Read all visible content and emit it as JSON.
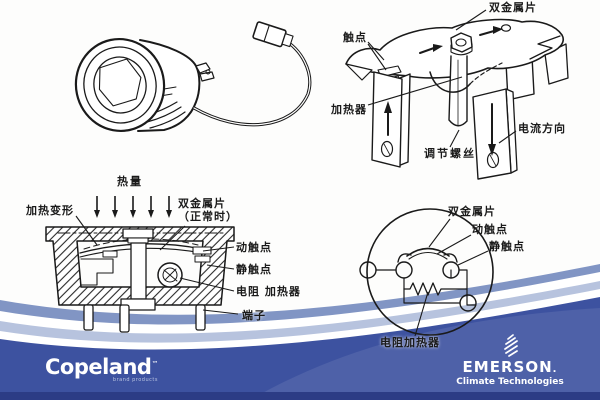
{
  "colors": {
    "band_blue": "#3d52a0",
    "band_dark_bottom": "#2c3c85",
    "stripe_mid": "#8195c4",
    "stripe_light": "#b7c3de",
    "line_art": "#1a1a1a"
  },
  "disc_protector_diagram": {
    "bimetal": "双金属片",
    "contact": "触点",
    "heater": "加热器",
    "adjusting_screw": "调节螺丝",
    "current_direction": "电流方向"
  },
  "cross_section_diagram": {
    "heat": "热量",
    "heating_deformation": "加热变形",
    "bimetal_line1": "双金属片",
    "bimetal_line2": "（正常时）",
    "moving_contact": "动触点",
    "static_contact": "静触点",
    "resistance_heater": "电阻 加热器",
    "terminal": "端子"
  },
  "schematic_diagram": {
    "bimetal": "双金属片",
    "moving_contact": "动触点",
    "static_contact": "静触点",
    "resistance_heater": "电阻加热器"
  },
  "footer": {
    "copeland": "Copeland",
    "copeland_tm": "™",
    "copeland_tagline": "brand products",
    "emerson": "EMERSON",
    "emerson_dot": ".",
    "emerson_tagline": "Climate Technologies"
  }
}
